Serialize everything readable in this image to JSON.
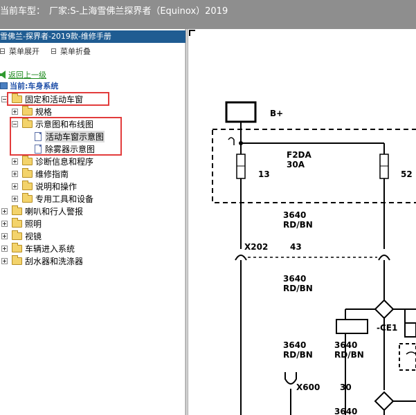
{
  "title_bar": {
    "prefix": "当前车型：",
    "text": "厂家:S-上海雪佛兰探界者（Equinox）2019"
  },
  "panel": {
    "header": "雪佛兰-探界者-2019款-维修手册",
    "expand_all": "菜单展开",
    "collapse_all": "菜单折叠",
    "back": "返回上一级",
    "current": "当前:车身系统"
  },
  "tree": {
    "root": "固定和活动车窗",
    "spec": "规格",
    "schematics": "示意图和布线图",
    "sunroof": "活动车窗示意图",
    "defogger": "除雾器示意图",
    "diagnosis": "诊断信息和程序",
    "repair": "维修指南",
    "description": "说明和操作",
    "tools": "专用工具和设备",
    "horn": "喇叭和行人警报",
    "lighting": "照明",
    "mirrors": "视镜",
    "entry": "车辆进入系统",
    "wipers": "刮水器和洗涤器"
  },
  "diagram": {
    "battery": "B+",
    "fuse_name": "F2DA",
    "fuse_rating": "30A",
    "pin_13": "13",
    "pin_52": "52",
    "wire1_num": "3640",
    "wire1_color": "RD/BN",
    "connector_x202": "X202",
    "pin_43": "43",
    "wire2_num": "3640",
    "wire2_color": "RD/BN",
    "component_ce1": "-CE1",
    "wire3_num": "3640",
    "wire3_color": "RD/BN",
    "wire4_num": "3640",
    "wire4_color": "RD/BN",
    "connector_x600": "X600",
    "pin_30": "30",
    "wire5_num": "3640"
  }
}
